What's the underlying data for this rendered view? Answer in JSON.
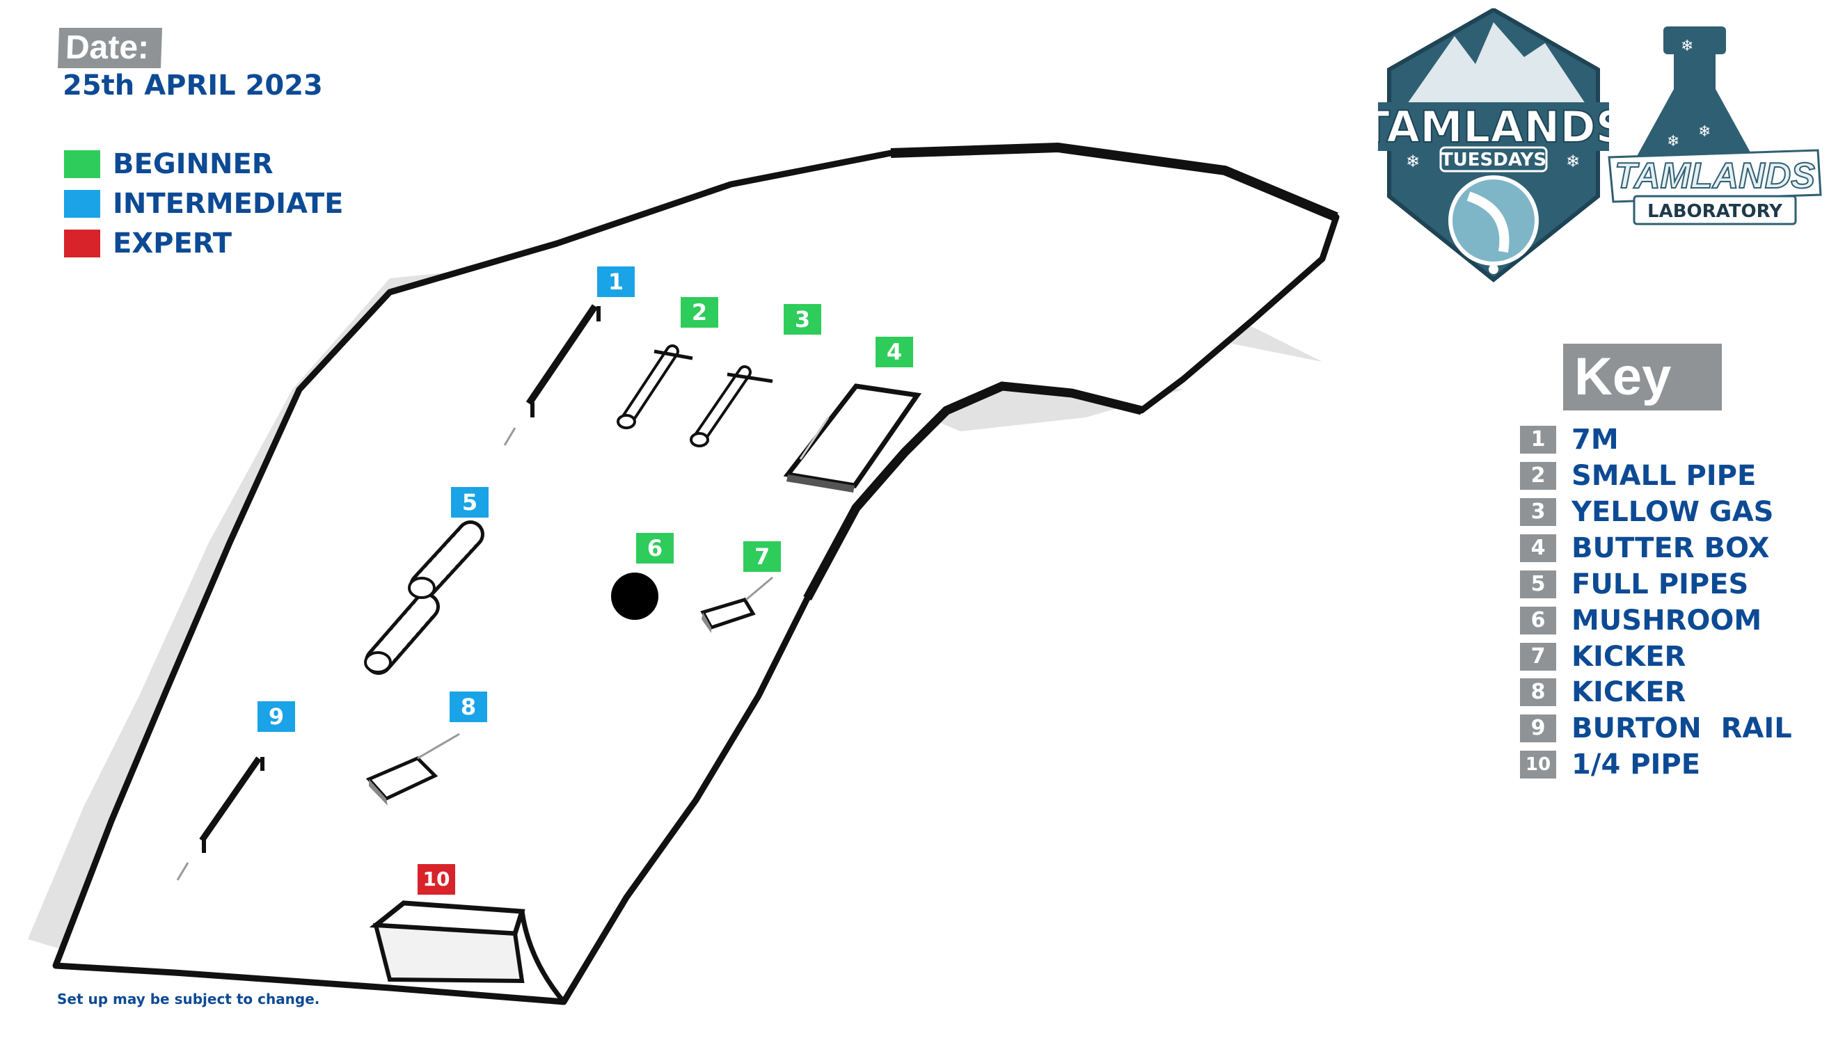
{
  "date": {
    "label": "Date:",
    "value": "25th APRIL 2023"
  },
  "legend": [
    {
      "label": "BEGINNER",
      "color": "#2ecc5a"
    },
    {
      "label": "INTERMEDIATE",
      "color": "#1aa3e6"
    },
    {
      "label": "EXPERT",
      "color": "#d8232a"
    }
  ],
  "colors": {
    "beginner": "#2ecc5a",
    "intermediate": "#1aa3e6",
    "expert": "#d8232a",
    "text_blue": "#0d4a94",
    "key_grey": "#8f9396",
    "badge_teal": "#2f5f73"
  },
  "markers": [
    {
      "number": "1",
      "level": "intermediate"
    },
    {
      "number": "2",
      "level": "beginner"
    },
    {
      "number": "3",
      "level": "beginner"
    },
    {
      "number": "4",
      "level": "beginner"
    },
    {
      "number": "5",
      "level": "intermediate"
    },
    {
      "number": "6",
      "level": "beginner"
    },
    {
      "number": "7",
      "level": "beginner"
    },
    {
      "number": "8",
      "level": "intermediate"
    },
    {
      "number": "9",
      "level": "intermediate"
    },
    {
      "number": "10",
      "level": "expert"
    }
  ],
  "key": {
    "title": "Key",
    "items": [
      {
        "number": "1",
        "label": "7M"
      },
      {
        "number": "2",
        "label": "SMALL PIPE"
      },
      {
        "number": "3",
        "label": "YELLOW GAS"
      },
      {
        "number": "4",
        "label": "BUTTER BOX"
      },
      {
        "number": "5",
        "label": "FULL PIPES"
      },
      {
        "number": "6",
        "label": "MUSHROOM"
      },
      {
        "number": "7",
        "label": "KICKER"
      },
      {
        "number": "8",
        "label": "KICKER"
      },
      {
        "number": "9",
        "label": "BURTON  RAIL"
      },
      {
        "number": "10",
        "label": "1/4 PIPE"
      }
    ]
  },
  "logos": {
    "tamlands": {
      "title": "TAMLANDS",
      "subtitle": "TUESDAYS"
    },
    "laboratory": {
      "title": "TAMLANDS",
      "subtitle": "LABORATORY"
    }
  },
  "note": "Set up may be subject to change."
}
